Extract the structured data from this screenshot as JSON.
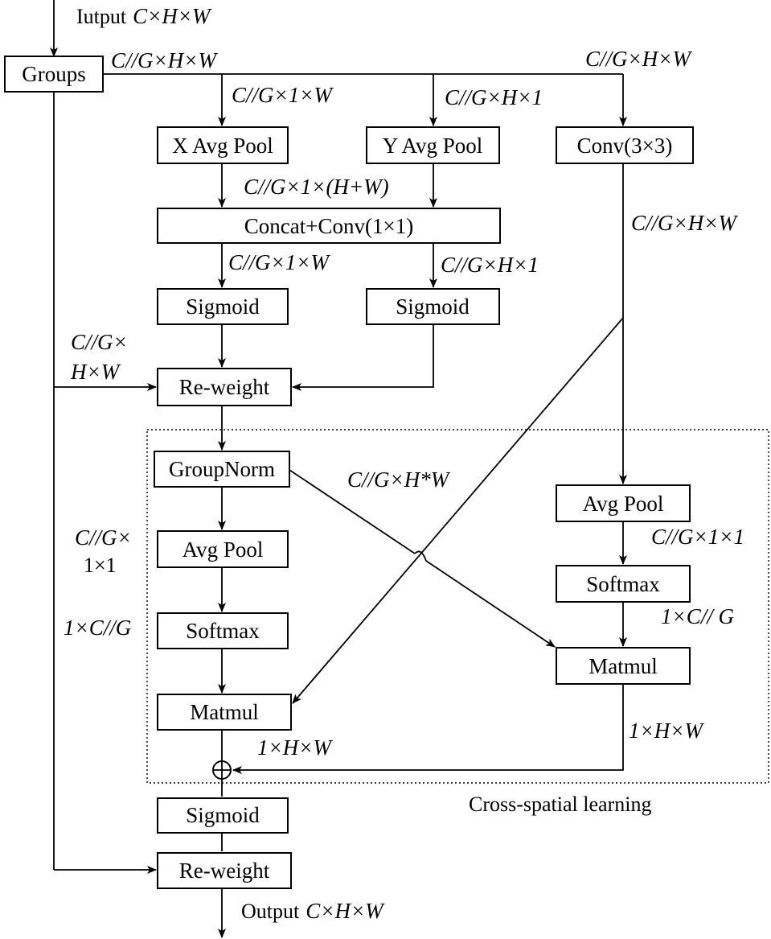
{
  "boxes": {
    "groups": "Groups",
    "x_avg_pool": "X Avg Pool",
    "y_avg_pool": "Y Avg Pool",
    "conv3x3": "Conv(3×3)",
    "concat_conv": "Concat+Conv(1×1)",
    "sigmoid_left": "Sigmoid",
    "sigmoid_right": "Sigmoid",
    "reweight_top": "Re-weight",
    "groupnorm": "GroupNorm",
    "avgpool_left": "Avg Pool",
    "softmax_left": "Softmax",
    "matmul_left": "Matmul",
    "avgpool_right": "Avg Pool",
    "softmax_right": "Softmax",
    "matmul_right": "Matmul",
    "sigmoid_bottom": "Sigmoid",
    "reweight_bottom": "Re-weight"
  },
  "labels": {
    "input_word": "Iutput",
    "input_dims": "C×H×W",
    "groups_out": "C//G×H×W",
    "top_right": "C//G×H×W",
    "x_pool_in": "C//G×1×W",
    "y_pool_in": "C//G×H×1",
    "concat_in": "C//G×1×(H+W)",
    "conv_out": "C//G×H×W",
    "sig_left_in": "C//G×1×W",
    "sig_right_in": "C//G×H×1",
    "side_line1": "C//G×",
    "side_line2": "H×W",
    "cross_hw": "C//G×H*W",
    "pool_left_line1": "C//G×",
    "pool_left_line2": "1×1",
    "softmax_left_out": "1×C//G",
    "pool_right_out": "C//G×1×1",
    "softmax_right_out": "1×C// G",
    "matmul_left_out": "1×H×W",
    "matmul_right_out": "1×H×W",
    "output_word": "Output",
    "output_dims": "C×H×W"
  },
  "cross_spatial_caption": "Cross-spatial learning",
  "plus_symbol": "+"
}
